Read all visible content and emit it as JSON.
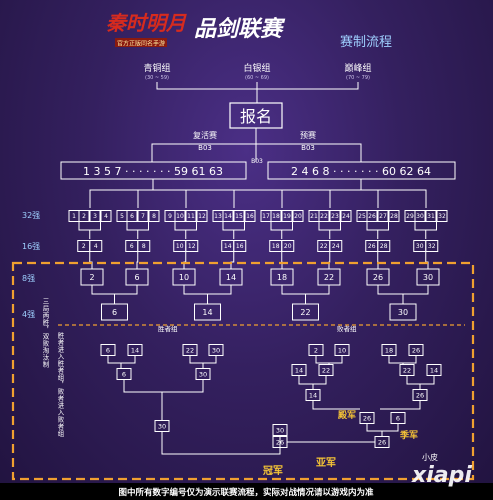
{
  "header": {
    "logo_text": "秦时明月",
    "logo_subtitle": "官方正版同名手游",
    "title": "品剑联赛",
    "subtitle": "赛制流程"
  },
  "groups": [
    {
      "name": "青铜组",
      "range": "(30 ~ 59)"
    },
    {
      "name": "白银组",
      "range": "(60 ~ 69)"
    },
    {
      "name": "巅峰组",
      "range": "(70 ~ 79)"
    }
  ],
  "registration_label": "报名",
  "branches": {
    "left": {
      "name": "复活赛",
      "format": "B03"
    },
    "right": {
      "name": "预赛",
      "format": "B03"
    },
    "center_format": "B03"
  },
  "seeds": {
    "left": "1 3 5 7 · · · · · · · 59 61 63",
    "right": "2 4 6 8 · · · · · · · 60 62 64"
  },
  "round_labels": {
    "r32": "32强",
    "r16": "16强",
    "r8": "8强",
    "r4": "4强"
  },
  "round32_pairs": [
    [
      "1",
      "2",
      "3",
      "4"
    ],
    [
      "5",
      "6",
      "7",
      "8"
    ],
    [
      "9",
      "10",
      "11",
      "12"
    ],
    [
      "13",
      "14",
      "15",
      "16"
    ],
    [
      "17",
      "18",
      "19",
      "20"
    ],
    [
      "21",
      "22",
      "23",
      "24"
    ],
    [
      "25",
      "26",
      "27",
      "28"
    ],
    [
      "29",
      "30",
      "31",
      "32"
    ]
  ],
  "round16_pairs": [
    [
      "2",
      "4"
    ],
    [
      "6",
      "8"
    ],
    [
      "10",
      "12"
    ],
    [
      "14",
      "16"
    ],
    [
      "18",
      "20"
    ],
    [
      "22",
      "24"
    ],
    [
      "26",
      "28"
    ],
    [
      "30",
      "32"
    ]
  ],
  "round8": [
    "2",
    "6",
    "10",
    "14",
    "18",
    "22",
    "26",
    "30"
  ],
  "round4": [
    "6",
    "14",
    "22",
    "30"
  ],
  "side_note": "三局两胜，双败淘汰制",
  "side_note_2": "胜者进入胜者组，败者进入败者组",
  "bracket": {
    "winners_label": "胜者组",
    "losers_label": "败者组",
    "winners_r1": [
      "6",
      "14",
      "22",
      "30"
    ],
    "winners_r2": [
      "6",
      "30"
    ],
    "winners_final": "30",
    "losers_r1": [
      "2",
      "10",
      "18",
      "26"
    ],
    "losers_r2": [
      "14",
      "22"
    ],
    "losers_r3": [
      "14",
      "26"
    ],
    "losers_r4": [
      "26",
      "6"
    ],
    "losers_final": "26",
    "final_left": "30",
    "final_right": "26"
  },
  "places": {
    "third": "殿军",
    "fourth": "季军",
    "runner_up": "亚军",
    "champion": "冠军"
  },
  "footer": "图中所有数字编号仅为演示联赛流程，实际对战情况请以游戏内为准",
  "watermark": {
    "small": "小皮",
    "big": "xiapi"
  }
}
